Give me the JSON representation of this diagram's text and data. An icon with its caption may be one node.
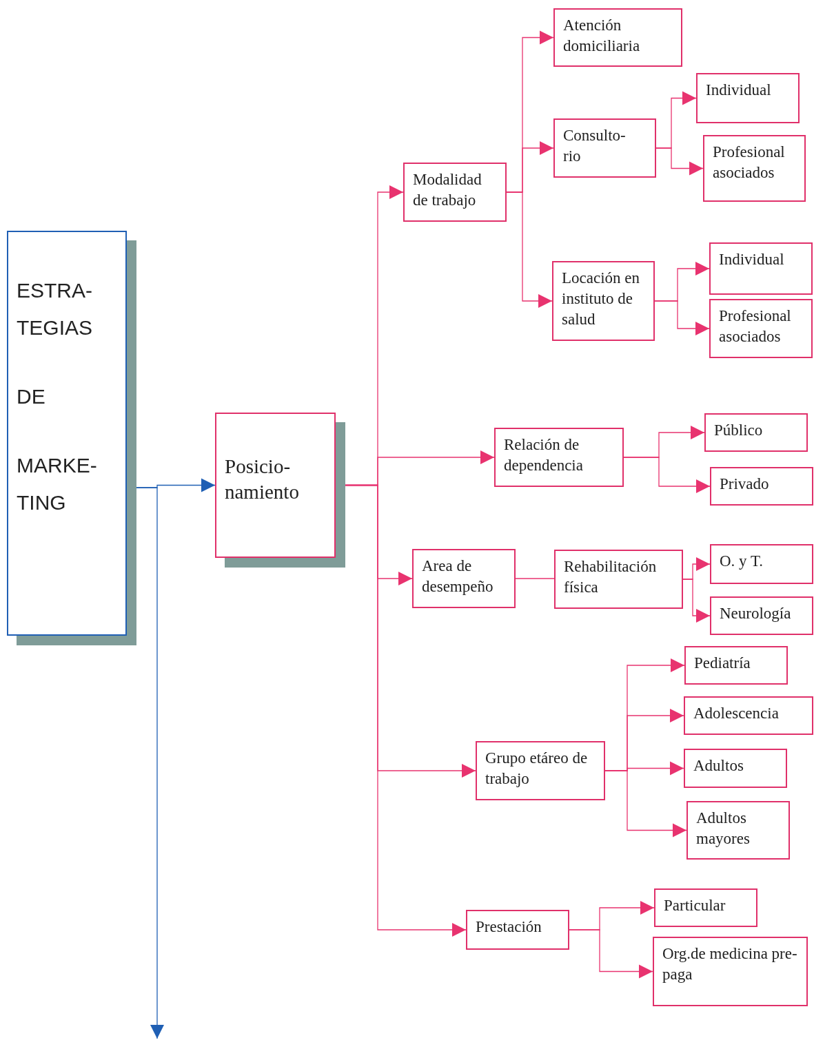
{
  "diagram": {
    "nodes": [
      {
        "text": [
          "ESTRA- TEGIAS",
          "DE",
          "MARKE- TING"
        ]
      },
      {
        "text": [
          "Posicio- namiento"
        ]
      },
      {
        "text": [
          "Modalidad de trabajo"
        ]
      },
      {
        "text": [
          "Atención domiciliaria"
        ]
      },
      {
        "text": [
          "Consulto- rio"
        ]
      },
      {
        "text": [
          "Individual"
        ]
      },
      {
        "text": [
          "Profesional asociados"
        ]
      },
      {
        "text": [
          "Locación en instituto de salud"
        ]
      },
      {
        "text": [
          "Individual"
        ]
      },
      {
        "text": [
          "Profesional asociados"
        ]
      },
      {
        "text": [
          "Relación de dependencia"
        ]
      },
      {
        "text": [
          "Público"
        ]
      },
      {
        "text": [
          "Privado"
        ]
      },
      {
        "text": [
          "Area de desempeño"
        ]
      },
      {
        "text": [
          "Rehabilitación física"
        ]
      },
      {
        "text": [
          "O. y T."
        ]
      },
      {
        "text": [
          "Neurología"
        ]
      },
      {
        "text": [
          "Grupo etáreo de trabajo"
        ]
      },
      {
        "text": [
          "Pediatría"
        ]
      },
      {
        "text": [
          "Adolescencia"
        ]
      },
      {
        "text": [
          "Adultos"
        ]
      },
      {
        "text": [
          "Adultos mayores"
        ]
      },
      {
        "text": [
          "Prestación"
        ]
      },
      {
        "text": [
          "Particular"
        ]
      },
      {
        "text": [
          "Org.de medicina pre-paga"
        ]
      }
    ],
    "edges": [
      {
        "from": 0,
        "to": 1,
        "arrow": "to",
        "color": "#1f5fb4"
      },
      {
        "from": 0,
        "to": null,
        "arrow": "to",
        "color": "#1f5fb4"
      },
      {
        "from": 1,
        "to": 2,
        "arrow": "to"
      },
      {
        "from": 1,
        "to": 10,
        "arrow": "to"
      },
      {
        "from": 1,
        "to": 13,
        "arrow": "to"
      },
      {
        "from": 1,
        "to": 17,
        "arrow": "to"
      },
      {
        "from": 1,
        "to": 22,
        "arrow": "to"
      },
      {
        "from": 2,
        "to": 3,
        "arrow": "to"
      },
      {
        "from": 2,
        "to": 4,
        "arrow": "to"
      },
      {
        "from": 2,
        "to": 7,
        "arrow": "to"
      },
      {
        "from": 4,
        "to": 5,
        "arrow": "to"
      },
      {
        "from": 4,
        "to": 6,
        "arrow": "to"
      },
      {
        "from": 7,
        "to": 8,
        "arrow": "to"
      },
      {
        "from": 7,
        "to": 9,
        "arrow": "to"
      },
      {
        "from": 10,
        "to": 11,
        "arrow": "to"
      },
      {
        "from": 10,
        "to": 12,
        "arrow": "to"
      },
      {
        "from": 13,
        "to": 14,
        "arrow": "none"
      },
      {
        "from": 14,
        "to": 15,
        "arrow": "to"
      },
      {
        "from": 14,
        "to": 16,
        "arrow": "to"
      },
      {
        "from": 17,
        "to": 18,
        "arrow": "to"
      },
      {
        "from": 17,
        "to": 19,
        "arrow": "to"
      },
      {
        "from": 17,
        "to": 20,
        "arrow": "to"
      },
      {
        "from": 17,
        "to": 21,
        "arrow": "to"
      },
      {
        "from": 22,
        "to": 23,
        "arrow": "to"
      },
      {
        "from": 22,
        "to": 24,
        "arrow": "to"
      }
    ]
  }
}
